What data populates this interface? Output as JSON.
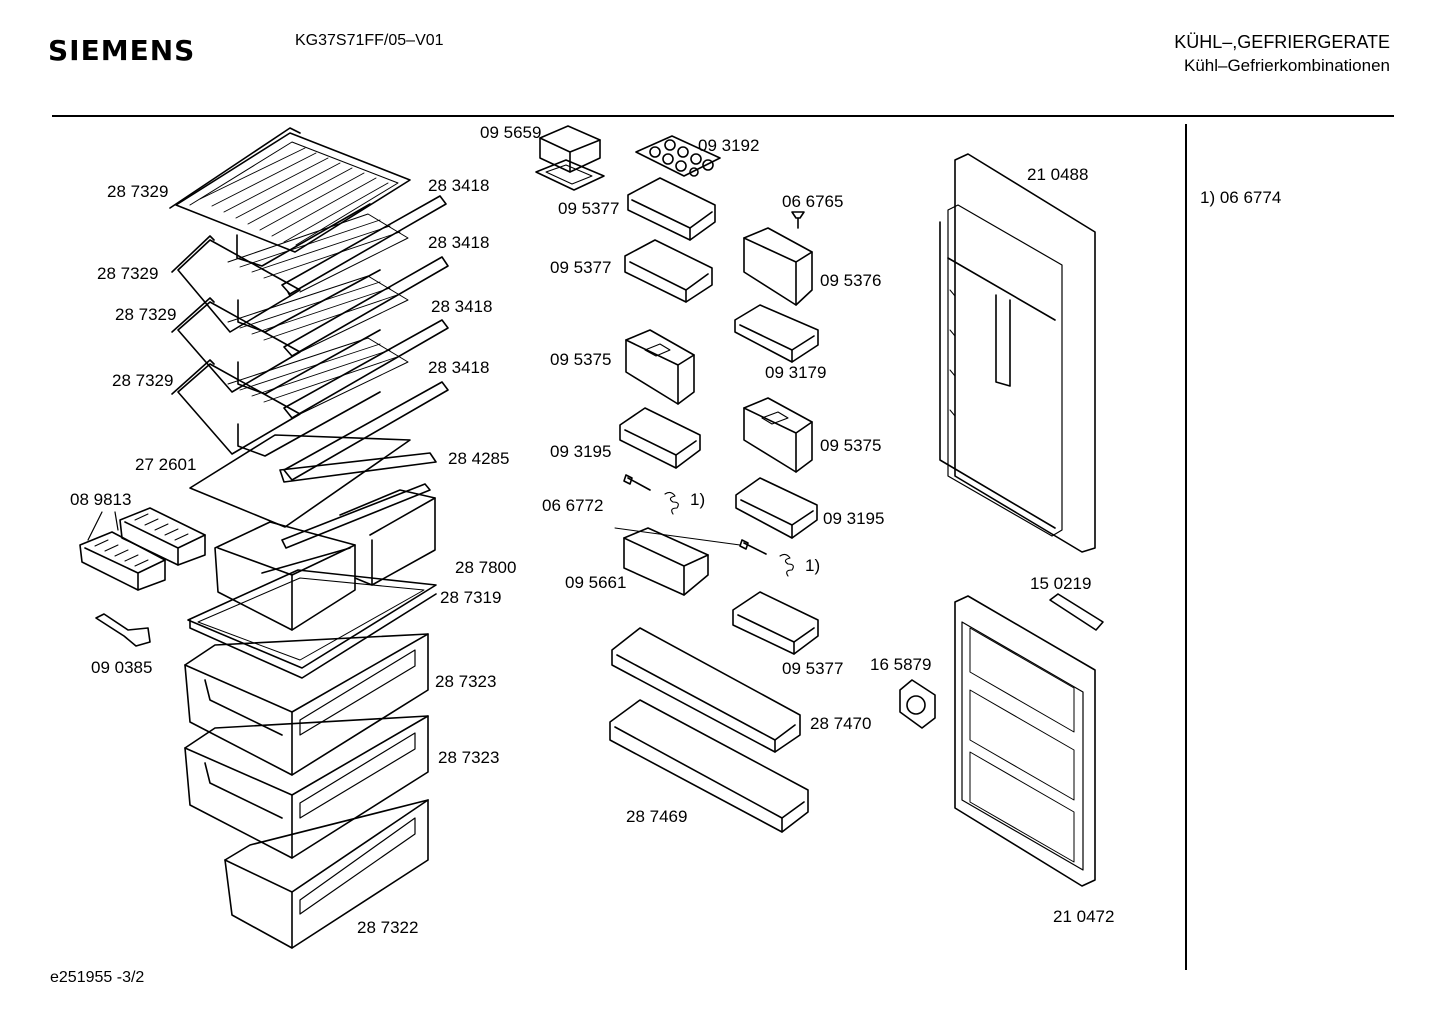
{
  "header": {
    "brand": "SIEMENS",
    "model": "KG37S71FF/05–V01",
    "category_main": "KÜHL–,GEFRIERGERATE",
    "category_sub": "Kühl–Gefrierkombinationen"
  },
  "footnote": "1)  06 6774",
  "footer": "e251955   -3/2",
  "part_labels": {
    "shelf_1": "28 7329",
    "shelf_2": "28 7329",
    "shelf_3": "28 7329",
    "shelf_4": "28 7329",
    "trim_1": "28 3418",
    "trim_2": "28 3418",
    "trim_3": "28 3418",
    "trim_4": "28 3418",
    "glass_plate": "27 2601",
    "glass_trim": "28 4285",
    "ice_trays": "08 9813",
    "small_drawer": "28 7800",
    "drawer_frame": "28 7319",
    "ice_scoop": "09 0385",
    "freezer_drawer_1": "28 7323",
    "freezer_drawer_2": "28 7323",
    "freezer_drawer_bottom": "28 7322",
    "butter_lid": "09 5659",
    "egg_tray": "09 3192",
    "door_bin_a": "09 5377",
    "door_bin_b": "09 5377",
    "door_bin_c": "09 5377",
    "pin": "06 6765",
    "covered_bin_1": "09 5376",
    "bin_3179": "09 3179",
    "covered_bin_2": "09 5375",
    "covered_bin_3": "09 5375",
    "bin_3195_a": "09 3195",
    "bin_3195_b": "09 3195",
    "hinge_screw": "06 6772",
    "bin_5661": "09 5661",
    "spring_note_1": "1)",
    "spring_note_2": "1)",
    "bottle_rack": "28 7470",
    "bottle_rack_low": "28 7469",
    "door_upper": "21 0488",
    "door_lower": "21 0472",
    "handle": "15 0219",
    "knob": "16 5879"
  }
}
